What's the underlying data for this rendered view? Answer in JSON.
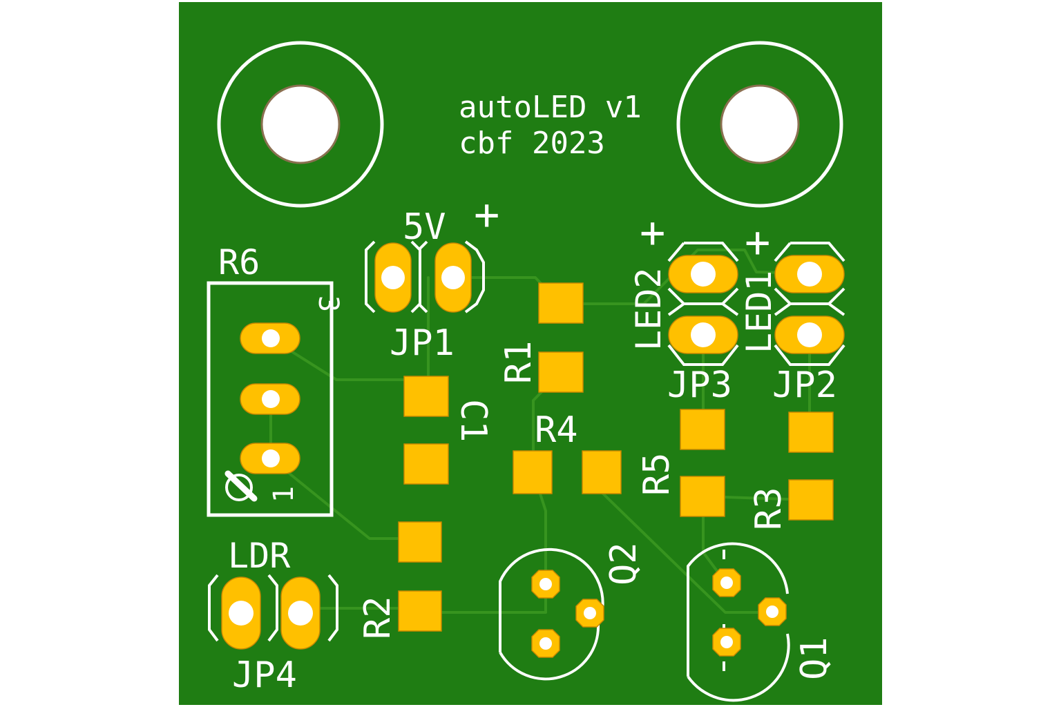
{
  "colors": {
    "board": "#1f7d13",
    "trace": "#37941f",
    "copper": "#ffc000",
    "copper_edge": "#c98800",
    "silkscreen": "#ffffff",
    "hole": "#ffffff",
    "background": "#ffffff"
  },
  "board_text": {
    "line1": "autoLED v1",
    "line2": "cbf 2023"
  },
  "labels": {
    "r6": "R6",
    "r6_pin3": "3",
    "r6_pin1": "1",
    "five_v": "5V",
    "plus": "+",
    "jp1": "JP1",
    "c1": "C1",
    "r1": "R1",
    "r4": "R4",
    "r5": "R5",
    "r3": "R3",
    "r2": "R2",
    "ldr": "LDR",
    "jp4": "JP4",
    "led2": "LED2",
    "led1": "LED1",
    "jp3": "JP3",
    "jp2": "JP2",
    "q2": "Q2",
    "q1": "Q1"
  }
}
